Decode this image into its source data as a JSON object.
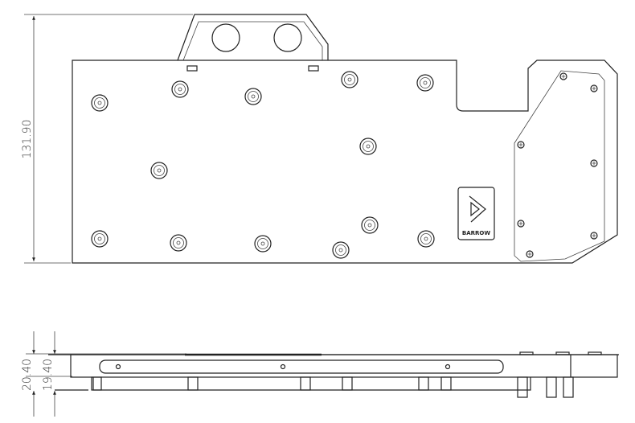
{
  "dimensions": {
    "height_top_view": "131.90",
    "height_side_total": "20.40",
    "height_side_body": "19.40"
  },
  "logo": {
    "text": "BARROW"
  },
  "colors": {
    "line": "#222222",
    "background": "#ffffff"
  }
}
